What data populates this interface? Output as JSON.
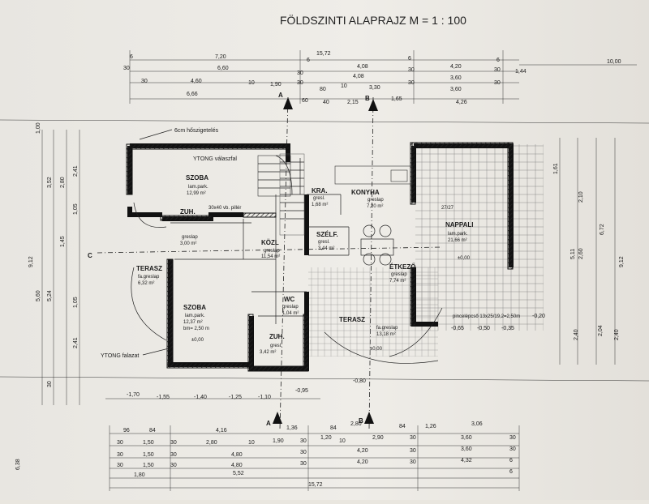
{
  "title": "FÖLDSZINTI ALAPRAJZ M = 1 : 100",
  "dims_top": {
    "row1": [
      "6",
      "7,20",
      "6",
      "4,08",
      "6",
      "4,20",
      "6"
    ],
    "row1_total": "15,72",
    "row2": [
      "30",
      "6,60",
      "30",
      "4,08",
      "30",
      "3,60",
      "30",
      "10,00"
    ],
    "row3": [
      "30",
      "4,60",
      "10",
      "1,90",
      "30",
      "80",
      "10",
      "3,30",
      "30",
      "3,60",
      "30",
      "1,44"
    ],
    "row4": [
      "6,66",
      "60",
      "40",
      "2,15",
      "1,65",
      "4,26"
    ]
  },
  "dims_bottom": {
    "row1": [
      "96",
      "84",
      "4,16",
      "1,36",
      "84",
      "2,80",
      "84",
      "1,26",
      "3,06"
    ],
    "row2": [
      "30",
      "1,50",
      "30",
      "2,80",
      "10",
      "1,90",
      "30",
      "1,20",
      "10",
      "2,90",
      "30",
      "3,60",
      "30"
    ],
    "row3": [
      "30",
      "1,50",
      "30",
      "4,80",
      "30",
      "4,20",
      "30",
      "3,60",
      "30"
    ],
    "row4": [
      "30",
      "1,50",
      "30",
      "4,80",
      "30",
      "4,20",
      "30",
      "4,32",
      "6"
    ],
    "row5": [
      "1,80",
      "5,52",
      "6"
    ],
    "total": "15,72"
  },
  "dims_left": [
    "1,00",
    "3,52",
    "2,80",
    "2,41",
    "1,05",
    "9,12",
    "1,45",
    "5,24",
    "5,60",
    "1,05",
    "2,41",
    "30",
    "6,38"
  ],
  "dims_right": [
    "1,61",
    "2,10",
    "2,60",
    "5,11",
    "6,72",
    "9,12",
    "2,40",
    "2,04",
    "2,40"
  ],
  "levels": [
    "-1,70",
    "-1,55",
    "-1,40",
    "-1,25",
    "-1,10",
    "-0,95",
    "-0,80",
    "-0,65",
    "-0,50",
    "-0,35",
    "-0,20"
  ],
  "section_markers": {
    "a": "A",
    "b": "B",
    "c": "C"
  },
  "rooms": [
    {
      "name": "SZOBA",
      "floor": "lam.park.",
      "area": "12,99 m²"
    },
    {
      "name": "ZUH.",
      "floor": "greslap",
      "area": "3,00 m²"
    },
    {
      "name": "KÖZL",
      "floor": "greslap",
      "area": "11,54 m²"
    },
    {
      "name": "KRA.",
      "floor": "gresl.",
      "area": "1,68 m²"
    },
    {
      "name": "KONYHA",
      "floor": "greslap",
      "area": "7,20 m²"
    },
    {
      "name": "SZÉLF.",
      "floor": "gresl.",
      "area": "3,44 m²"
    },
    {
      "name": "ÉTKEZŐ",
      "floor": "greslap",
      "area": "7,74 m²"
    },
    {
      "name": "NAPPALI",
      "floor": "lam.park.",
      "area": "21,66 m²"
    },
    {
      "name": "TERASZ",
      "floor": "fa.greslap",
      "area": "6,32 m²"
    },
    {
      "name": "SZOBA",
      "floor": "lam.park.",
      "area": "12,37 m²",
      "extra": "bm= 2,50 m"
    },
    {
      "name": "WC",
      "floor": "greslap",
      "area": "1,04 m²"
    },
    {
      "name": "ZUH.",
      "floor": "gresl.",
      "area": "3,42 m²"
    },
    {
      "name": "TERASZ",
      "floor": "fa.greslap",
      "area": "13,18 m²"
    }
  ],
  "notes": {
    "insulation": "6cm hőszigetelés",
    "partition": "YTONG válaszfal",
    "facade": "YTONG falazat",
    "pillar": "30x40 vb. pillér",
    "stairs": "pincelépcső 13x25/19,2=2,50m",
    "zero_level": "±0,00",
    "stair_ratio": "27/27"
  }
}
